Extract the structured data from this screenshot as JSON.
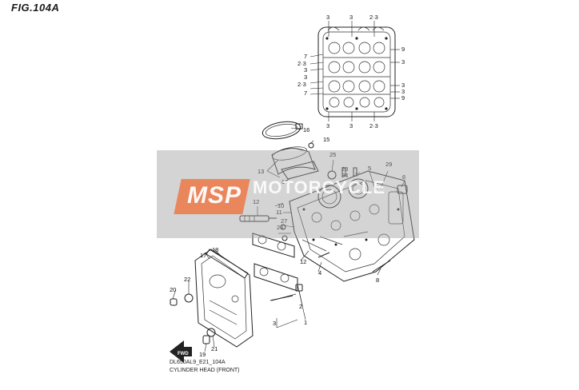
{
  "figure": {
    "title": "FIG.104A",
    "caption_code": "DL650AL9_E21_104A",
    "caption_name": "CYLINDER HEAD (FRONT)"
  },
  "watermark": {
    "logo": "MSP",
    "name": "MOTORCYCLE",
    "band_color": "#a0a0a0",
    "logo_color": "#ec7846"
  },
  "inset_callouts": {
    "left": [
      "7",
      "2·3",
      "3",
      "3",
      "2·3",
      "7"
    ],
    "top": [
      "3",
      "3",
      "2·3"
    ],
    "right": [
      "9",
      "3",
      "3",
      "3",
      "9"
    ],
    "bottom": [
      "3",
      "3",
      "2·3"
    ]
  },
  "callouts": [
    "16",
    "15",
    "13",
    "14",
    "25",
    "23",
    "24",
    "5",
    "29",
    "6",
    "12",
    "10",
    "11",
    "27",
    "26",
    "12",
    "4",
    "8",
    "17",
    "18",
    "20",
    "22",
    "2",
    "3",
    "1",
    "21",
    "19"
  ],
  "fwd_label": "FWD"
}
